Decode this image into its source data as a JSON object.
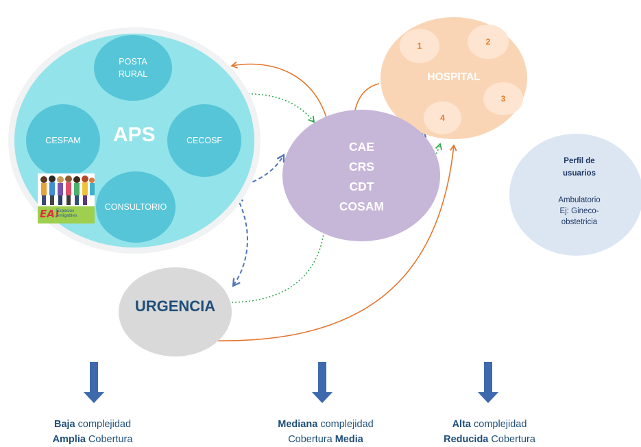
{
  "aps": {
    "label": "APS",
    "units": {
      "posta_line1": "POSTA",
      "posta_line2": "RURAL",
      "cesfam": "CESFAM",
      "cecosf": "CECOSF",
      "consultorio": "CONSULTORIO"
    },
    "logo": {
      "mark": "EA!",
      "line1": "Espacios",
      "line2": "Amigables"
    }
  },
  "hospital": {
    "label": "HOSPITAL",
    "wards": [
      "1",
      "2",
      "3",
      "4"
    ]
  },
  "middle": {
    "lines": [
      "CAE",
      "CRS",
      "CDT",
      "COSAM"
    ]
  },
  "urgencia": {
    "label": "URGENCIA"
  },
  "profile": {
    "title_line1": "Perfil de",
    "title_line2": "usuarios",
    "body_line1": "Ambulatorio",
    "body_line2": "Ej: Gineco-",
    "body_line3": "obstetricia"
  },
  "levels": {
    "low": {
      "bold1": "Baja",
      "rest1": " complejidad",
      "bold2": "Amplia",
      "rest2": " Cobertura"
    },
    "mid": {
      "bold1": "Mediana",
      "rest1": " complejidad",
      "pre2": "Cobertura ",
      "bold2": "Media"
    },
    "high": {
      "bold1": "Alta",
      "rest1": " complejidad",
      "bold2": "Reducida",
      "rest2": " Cobertura"
    }
  },
  "colors": {
    "aps": "#93e3ea",
    "aps_units": "#57c5d8",
    "hospital": "#fad5b5",
    "middle": "#c6b6d8",
    "urgencia": "#d9d9d9",
    "profile": "#dce6f3",
    "orange_arrow": "#e5762e",
    "blue_arrow": "#4f74b8",
    "green_arrow": "#2fa84f",
    "down_arrow": "#3e6aad"
  }
}
